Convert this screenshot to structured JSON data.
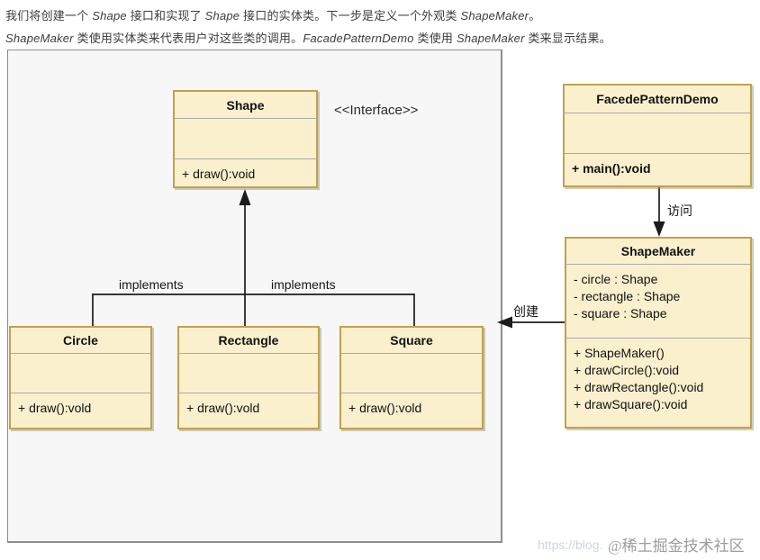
{
  "intro": {
    "line1_segments": [
      {
        "t": "我们将创建一个 ",
        "i": false
      },
      {
        "t": "Shape",
        "i": true
      },
      {
        "t": " 接口和实现了 ",
        "i": false
      },
      {
        "t": "Shape",
        "i": true
      },
      {
        "t": " 接口的实体类。下一步是定义一个外观类 ",
        "i": false
      },
      {
        "t": "ShapeMaker",
        "i": true
      },
      {
        "t": "。",
        "i": false
      }
    ],
    "line2_segments": [
      {
        "t": "ShapeMaker",
        "i": true
      },
      {
        "t": " 类使用实体类来代表用户对这些类的调用。",
        "i": false
      },
      {
        "t": "FacadePatternDemo",
        "i": true
      },
      {
        "t": " 类使用 ",
        "i": false
      },
      {
        "t": "ShapeMaker",
        "i": true
      },
      {
        "t": " 类来显示结果。",
        "i": false
      }
    ]
  },
  "diagram": {
    "interface_stereotype": "<<Interface>>",
    "labels": {
      "implements_left": "implements",
      "implements_right": "implements",
      "access": "访问",
      "create": "创建"
    },
    "classes": [
      {
        "id": "shape",
        "title": "Shape",
        "attributes": [],
        "methods": [
          "+ draw():void"
        ]
      },
      {
        "id": "circle",
        "title": "Circle",
        "attributes": [],
        "methods": [
          "+ draw():vold"
        ]
      },
      {
        "id": "rectangle",
        "title": "Rectangle",
        "attributes": [],
        "methods": [
          "+ draw():vold"
        ]
      },
      {
        "id": "square",
        "title": "Square",
        "attributes": [],
        "methods": [
          "+ draw():vold"
        ]
      },
      {
        "id": "facade",
        "title": "FacedePatternDemo",
        "attributes": [],
        "methods": [
          "+ main():void"
        ]
      },
      {
        "id": "shapemaker",
        "title": "ShapeMaker",
        "attributes": [
          "- circle : Shape",
          "- rectangle : Shape",
          "- square : Shape"
        ],
        "methods": [
          "+ ShapeMaker()",
          "+ drawCircle():void",
          "+ drawRectangle():void",
          "+ drawSquare():void"
        ]
      }
    ]
  },
  "watermark": {
    "url_text": "https://blog.",
    "community_text": "@稀土掘金技术社区"
  },
  "colors": {
    "class_fill": "#fbf0cd",
    "class_border": "#c2a14b",
    "panel_fill": "#f7f7f7",
    "line_color": "#1b1b1b"
  }
}
